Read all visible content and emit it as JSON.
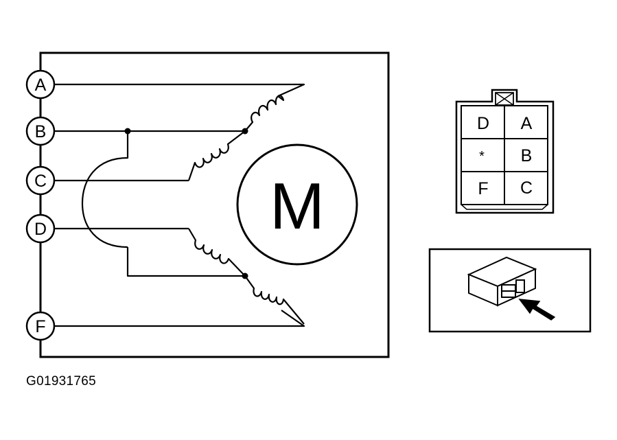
{
  "terminals": {
    "a": "A",
    "b": "B",
    "c": "C",
    "d": "D",
    "f": "F"
  },
  "motor": {
    "label": "M"
  },
  "connector": {
    "pins": {
      "d": "D",
      "a": "A",
      "star": "*",
      "b": "B",
      "f": "F",
      "c": "C"
    }
  },
  "figure_id": "G01931765",
  "colors": {
    "ink": "#000000",
    "background": "#ffffff"
  }
}
